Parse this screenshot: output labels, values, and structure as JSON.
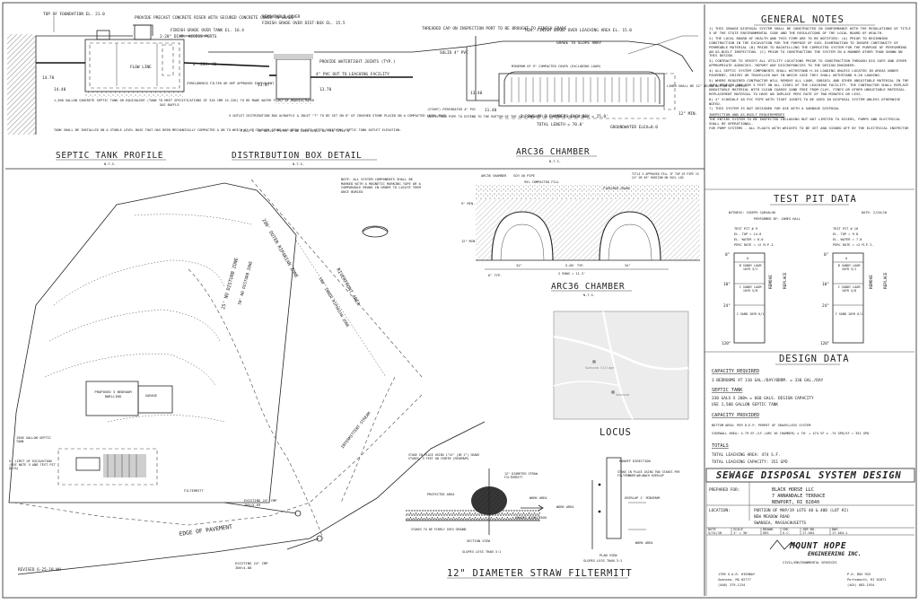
{
  "septic_profile": {
    "title": "SEPTIC TANK PROFILE",
    "scale": "N.T.S.",
    "notes": [
      "TOP OF FOUNDATION EL. 21.0",
      "PROVIDE PRECAST CONCRETE RISER WITH SECURED CONCRETE COVER TO GRADE",
      "FINISH GRADE OVER TANK EL. 16.4",
      "2-20\" DIAM. ACCESS PORTS",
      "FLOW LINE",
      "4\" SCH. 40",
      "ZYBELORENCO FILTER OR DEP APPROVED EQUIVALENT",
      "1,500 GALLON CONCRETE SEPTIC TANK OR EQUIVALENT (TANK TO MEET SPECIFICATIONS OF 310 CMR 15.226) TO BE MADE WATER TIGHT BY MANUFACTURER",
      "TANK SHALL BE INSTALLED ON A STABLE LEVEL BASE THAT HAS BEEN MECHANICALLY COMPACTED & ON TO WHICH 6\" OF CRUSHED STONE HAS BEEN PLACED AFTER VERIFYING SEPTIC TANK OUTLET ELEVATION.",
      "14.70",
      "14.40",
      "GAS BAFFLE"
    ]
  },
  "dbox": {
    "title": "DISTRIBUTION BOX DETAIL",
    "scale": "N.T.S.",
    "notes": [
      "REMOVEABLE COVER",
      "FINISH GRADE OVER DIST-BOX EL. 15.5",
      "PROVIDE WATERTIGHT JOINTS (TYP.)",
      "4\" PVC OUT TO LEACHING FACILITY",
      "13.87",
      "13.70",
      "5 OUTLET DISTRIBUTION BOX W/BAFFLE & INLET \"T\" TO BE SET ON 6\" OF CRUSHED STONE PLACED ON A COMPACTED LEVEL BASE",
      "FIRST 2' OF OUTLET PIPES TO BE LAID LEVEL AS PER TITLE 5"
    ]
  },
  "arc_profile": {
    "title": "ARC36 CHAMBER",
    "scale": "N.T.S.",
    "notes": [
      "THREADED CAP ON INSPECTION PORT TO BE BROUGHT TO FINISH GRADE",
      "MIN. FINISH GRADE OVER LEACHING AREA EL. 15.0",
      "SOLID 4\" PVC",
      "GRADE TO SLOPE AWAY",
      "MINIMUM OF 9\" COMPACTED COVER (EXCLUDING LOAM)",
      "(START) PERFORATED 4\" PVC",
      "INSPECTION PIPE TO EXTEND TO THE BOTTOM OF THE SOIL ABSORPTION SYSTEM'S EXCAVATION",
      "2 ROWS OF 7 CHAMBERS EACH ROW = 25.0'",
      "TOTAL LENGTH = 70.0'",
      "GROUNDWATER ELEV=8.0",
      "LINER SHALL BE 12\" BELOW BOTTOM OF SYSTEM",
      "12\" MIN.",
      "13.40",
      "11.40"
    ]
  },
  "general_notes": {
    "title": "GENERAL NOTES",
    "items": [
      "1) THIS SEWAGE DISPOSAL SYSTEM SHALL BE CONSTRUCTED IN CONFORMANCE WITH THE REGULATIONS OF TITLE 5 OF THE STATE ENVIRONMENTAL CODE AND THE REGULATIONS OF THE LOCAL BOARD OF HEALTH.",
      "2) THE LOCAL BOARD OF HEALTH AND THIS FIRM ARE TO BE NOTIFIED: (A) PRIOR TO BEGINNING CONSTRUCTION IN THE EXCAVATION FOR THE PURPOSE OF SOIL EXAMINATION TO INSURE CONTINUITY OF PERMEABLE MATERIAL (B) PRIOR TO BACKFILLING THE COMPLETED SYSTEM FOR THE PURPOSE OF PERFORMING AN AS-BUILT INSPECTION. (C) PRIOR TO CONSTRUCTING THE SYSTEM IN A MANNER OTHER THAN SHOWN ON THIS DESIGN.",
      "3) CONTRACTOR TO VERIFY ALL UTILITY LOCATIONS PRIOR TO CONSTRUCTION THROUGH DIG SAFE AND OTHER APPROPRIATE AGENCIES. REPORT ANY DISCREPANCIES TO THE DESIGN ENGINEER.",
      "4) ALL SEPTIC SYSTEM COMPONENTS SHALL WITHSTAND H-10 LOADING UNLESS LOCATED IN AREAS UNDER PAVEMENT, DRIVES OR TRAVELLED WAY IN WHICH CASE THEY SHALL WITHSTAND H-20 LOADING.",
      "5) WHERE REQUIRED CONTRACTOR WILL REMOVE ALL LOAM, SUBSOIL AND OTHER UNSUITABLE MATERIAL IN THE AREA BENEATH AND FOR 5 FEET ON ALL SIDES OF THE LEACHING FACILITY. THE CONTRACTOR SHALL REPLACE UNSUITABLE MATERIAL WITH CLEAN COARSE SAND FREE FROM CLAY, FINES OR OTHER UNSUITABLE MATERIAL. REPLACEMENT MATERIAL TO HAVE AN INPLACE PERC RATE OF TWO MINUTES OR LESS.",
      "6) 4\" SCHEDULE 40 PVC PIPE WITH TIGHT JOINTS TO BE USED IN DISPOSAL SYSTEM UNLESS OTHERWISE NOTED.",
      "7) THIS SYSTEM IS NOT DESIGNED FOR USE WITH A GARBAGE DISPOSAL"
    ],
    "asbuilt_heading": "INSPECTION AND AS-BUILT REQUIREMENTS",
    "asbuilt_text": "THE ENTIRE SYSTEM TO BE INSPECTED INCLUDING BUT NOT LIMITED TO RISERS, PUMPS AND ELECTRICAL SHALL BE OPERATIONAL.",
    "pump_text": "FOR PUMP SYSTEMS - ALL FLOATS WITH WEIGHTS TO BE SET AND SIGNED OFF BY THE ELECTRICAL INSPECTOR"
  },
  "test_pit": {
    "title": "TEST PIT DATA",
    "witness": "WITNESS: JOSEPH CARVALHO",
    "date": "DATE: 2/28/18",
    "performed": "PERFORMED BY: JAMES HALL",
    "pit1": {
      "head": [
        "TEST PIT # 9",
        "EL. TOP = 14.0",
        "EL. WATER = 8.0",
        "PERC RATE = <2 M.P.I."
      ],
      "layers": [
        "A",
        "B SANDY LOAM 10YR 3/1",
        "C SANDY LOAM 10YR 5/8",
        "C SAND 10YR 6/1"
      ],
      "depths": [
        "0\"",
        "10\"",
        "24\"",
        "120\""
      ],
      "marks": [
        "REMOVE",
        "REPLACE"
      ]
    },
    "pit2": {
      "head": [
        "TEST PIT # 10",
        "EL. TOP = 9.8",
        "EL. WATER = 7.8",
        "PERC RATE = <2 M.P.I."
      ],
      "layers": [
        "A",
        "B SANDY LOAM 10YR 3/1",
        "C SANDY LOAM 10YR 5/8",
        "C SAND 10YR 6/1"
      ],
      "depths": [
        "0\"",
        "10\"",
        "24\"",
        "120\""
      ],
      "marks": [
        "REMOVE",
        "REPLACE"
      ]
    }
  },
  "design": {
    "title": "DESIGN DATA",
    "capacity_heading": "CAPACITY REQUIRED",
    "capacity": "3 BEDROOMS AT 110 GAL./DAY/BDRM. = 330 GAL./DAY",
    "tank_heading": "SEPTIC TANK",
    "tank_1": "330 GALS X 200% = 660 GALS. DESIGN CAPACITY",
    "tank_2": "USE 1,500 GALLON SEPTIC TANK",
    "provided_heading": "CAPACITY PROVIDED",
    "bottom": "BOTTOM AREA: PER D.E.P. PERMIT OF GRAVELLESS SYSTEM",
    "sidewall": "SIDEWALL AREA: 4.79 SF./LF.(ARC 36 CHAMBER) x 70' + 474 SF x .74 GPD/SF = 351 GPD",
    "totals_heading": "TOTALS",
    "total_area": "TOTAL LEACHING AREA: 474 S.F.",
    "total_cap": "TOTAL LEACHING CAPACITY: 351 GPD"
  },
  "title_block": {
    "title": "SEWAGE DISPOSAL SYSTEM DESIGN",
    "prepared_for_label": "PREPARED FOR:",
    "client": [
      "BLACK HORSE LLC",
      "7 ANNANDALE TERRACE",
      "NEWPORT, RI 02840"
    ],
    "location_label": "LOCATION:",
    "location": [
      "PORTION OF MAP/19 LOTS 40 & 40B (LOT #2)",
      "NEW MEADOW ROAD",
      "SWANSEA, MASSACHUSETTS"
    ],
    "meta": [
      "DATE",
      "SCALE",
      "DRAWN",
      "CHK.",
      "JOB NO.",
      "DWG."
    ],
    "meta_vals": [
      "5/31/18",
      "1\" = 30'",
      "GRS",
      "G.C.",
      "17-404",
      "17-404-1"
    ],
    "firm_1": "MOUNT HOPE",
    "firm_2": "ENGINEERING INC.",
    "firm_3": "CIVIL/ENVIRONMENTAL SERVICES",
    "addr_left": [
      "1789 G.A.R. HIGHWAY",
      "Swansea, MA 02777",
      "(508) 379-1234"
    ],
    "addr_right": [
      "P.O. BOX 943",
      "Portsmouth, RI 02871",
      "(401) 683-1934"
    ]
  },
  "site_plan": {
    "note": "NOTE: ALL SYSTEM COMPONENTS SHALL BE MARKED WITH A MAGNETIC MARKING TAPE OR A COMPARABLE MEANS IN ORDER TO LOCATE THEM ONCE BURIED",
    "labels": [
      "200' OUTER RIPARIAN ZONE",
      "100' INNER RIPARIAN ZONE",
      "RIVERFRONT AREA",
      "INTERMITTENT STREAM",
      "25' NO DISTURB ZONE",
      "50' NO DISTURB ZONE",
      "PROPOSED 3 BEDROOM DWELLING",
      "GARAGE",
      "1500 GALLON SEPTIC TANK",
      "5' LIMIT OF EXCAVATION (SEE NOTE 5 AND TEST PIT DATA)",
      "FILTERMITT",
      "EXISTING 24\" CMP INV=5.69",
      "EXISTING 24\" CMP INV=4.80",
      "EDGE OF PAVEMENT",
      "REVISED 6-25-18 WH"
    ]
  },
  "chamber_section": {
    "title": "ARC36 CHAMBER",
    "scale": "N.T.S.",
    "labels": [
      "ARC36 CHAMBER",
      "SCH 40 PIPE",
      "95% COMPACTED FILL",
      "FINISHED GRADE",
      "TITLE 5 APPROVED FILL IF TOP OF PIPE IS 24\" OR 36\" HORIZON ON SOIL LOG",
      "9\" MIN.",
      "34\"",
      "34\"",
      "12\" MIN.",
      "6\" TYP.",
      "5.06' TYP.",
      "2 ROWS = 11.3'"
    ]
  },
  "locus": {
    "title": "LOCUS",
    "map_labels": [
      "Swansea Village",
      "Swansea"
    ]
  },
  "filtermitt": {
    "title": "12\" DIAMETER STRAW FILTERMITT",
    "labels": [
      "STAKE IN PLACE USING 1\"X1\" (OR 2\") GRADE STAKES, 5 FEET ON CENTER (MINIMUM)",
      "12\" DIAMETER STRAW FILTERMITT",
      "PROTECTED AREA",
      "WORK AREA",
      "RUNOFF DIRECTION",
      "STAKES TO BE FIRMLY INTO GROUND",
      "SECTION VIEW",
      "SLOPES LESS THAN 3:1",
      "STAKE IN PLACE USING TWO STAKES PER FILTERMITT AT EACH OVERLAP",
      "OVERLAP 1' MINIMUM",
      "PLAN VIEW"
    ]
  }
}
